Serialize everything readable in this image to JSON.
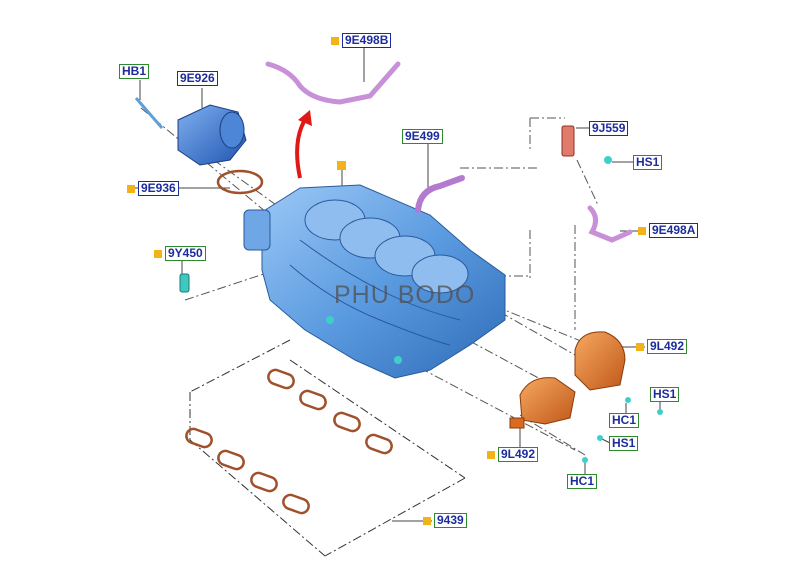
{
  "colors": {
    "blue_part": "#5b9be0",
    "orange_part": "#e07a28",
    "violet_part": "#c890d8",
    "red_arrow": "#e01818",
    "gasket": "#a0502a",
    "line": "#444444",
    "label_text": "#1c2c9c",
    "marker": "#f2b318"
  },
  "callouts": {
    "c_9e498b": "9E498B",
    "c_hb1": "HB1",
    "c_9e926": "9E926",
    "c_9e499": "9E499",
    "c_9j559": "9J559",
    "c_hs1_top": "HS1",
    "c_9e936": "9E936",
    "c_9e498a": "9E498A",
    "c_9y450": "9Y450",
    "c_9l492_right": "9L492",
    "c_hs1_mid": "HS1",
    "c_hc1_mid": "HC1",
    "c_hs1_low": "HS1",
    "c_9l492_left": "9L492",
    "c_hc1_bottom": "HC1",
    "c_9439": "9439"
  },
  "watermark": "PHU BODO"
}
